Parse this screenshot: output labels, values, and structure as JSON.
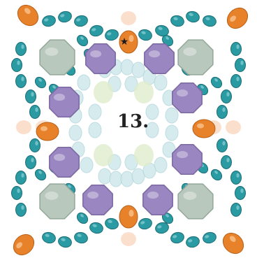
{
  "diagram": {
    "step_label": "13.",
    "marked_bead_symbol": "★",
    "colors": {
      "teal": "#2a9aa3",
      "orange": "#e8822a",
      "purple": "#9a86c0",
      "sage": "#b8c8bc",
      "faint_blue": "#cfe8ec",
      "faint_green": "#dfeccc",
      "faint_peach": "#fbdcc8"
    },
    "bead_kinds": [
      "teal-seed-bead",
      "orange-drop-bead",
      "purple-bicone",
      "sage-octagon",
      "faint-background-bead"
    ]
  }
}
